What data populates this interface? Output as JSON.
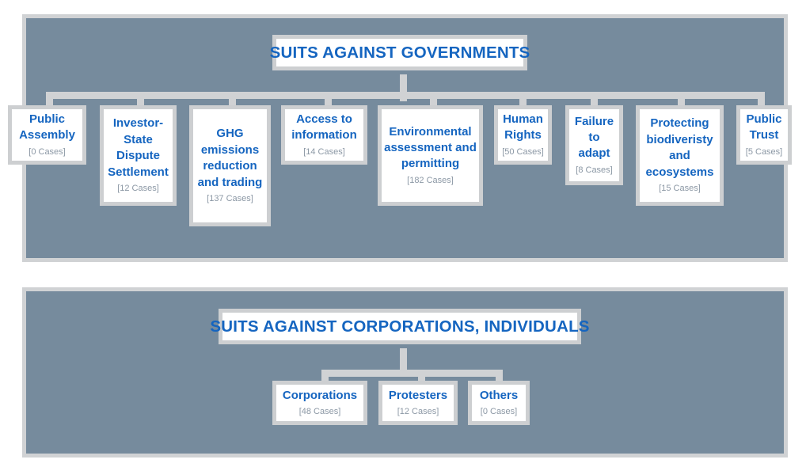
{
  "colors": {
    "panel_background": "#768b9d",
    "connector": "#d0d2d4",
    "node_border": "#cdcfd1",
    "node_background": "#ffffff",
    "label_text": "#1565c0",
    "count_text": "#8c98a5",
    "page_background": "#ffffff"
  },
  "diagram": {
    "type": "hierarchy-tree",
    "sections": [
      {
        "id": "governments",
        "title": "SUITS AGAINST GOVERNMENTS",
        "children": [
          {
            "id": "public-assembly",
            "label": "Public Assembly",
            "count": "[0 Cases]",
            "cases": 0
          },
          {
            "id": "investor-state",
            "label": "Investor-State Dispute Settlement",
            "count": "[12 Cases]",
            "cases": 12
          },
          {
            "id": "ghg",
            "label": "GHG emissions reduction and trading",
            "count": "[137 Cases]",
            "cases": 137
          },
          {
            "id": "access-info",
            "label": "Access to information",
            "count": "[14 Cases]",
            "cases": 14
          },
          {
            "id": "env-assessment",
            "label": "Environmental assessment and permitting",
            "count": "[182 Cases]",
            "cases": 182
          },
          {
            "id": "human-rights",
            "label": "Human Rights",
            "count": "[50 Cases]",
            "cases": 50
          },
          {
            "id": "failure-adapt",
            "label": "Failure to adapt",
            "count": "[8 Cases]",
            "cases": 8
          },
          {
            "id": "biodiversity",
            "label": "Protecting biodiveristy and ecosystems",
            "count": "[15 Cases]",
            "cases": 15
          },
          {
            "id": "public-trust",
            "label": "Public Trust",
            "count": "[5 Cases]",
            "cases": 5
          }
        ]
      },
      {
        "id": "corporations",
        "title": "SUITS AGAINST CORPORATIONS, INDIVIDUALS",
        "children": [
          {
            "id": "corporations",
            "label": "Corporations",
            "count": "[48 Cases]",
            "cases": 48
          },
          {
            "id": "protesters",
            "label": "Protesters",
            "count": "[12 Cases]",
            "cases": 12
          },
          {
            "id": "others",
            "label": "Others",
            "count": "[0 Cases]",
            "cases": 0
          }
        ]
      }
    ]
  }
}
